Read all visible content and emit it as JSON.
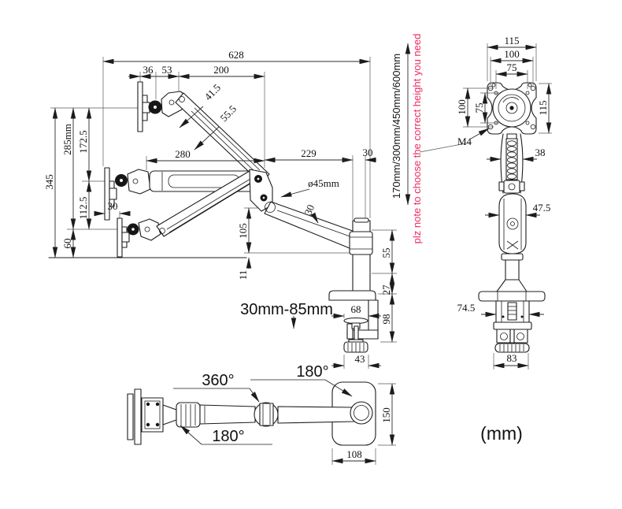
{
  "colors": {
    "ink": "#1c1c1c",
    "accent": "#ee2a62"
  },
  "unit": "(mm)",
  "notes": {
    "height_options": "170mm/300mm/450mm/600mm",
    "height_note": "plz note to choose the correct height you need"
  },
  "side": {
    "total_width": "628",
    "seg36": "36",
    "seg53": "53",
    "seg200": "200",
    "angle1": "41.5",
    "angle2": "55.5",
    "h345": "345",
    "h285": "285mm",
    "h172": "172.5",
    "h112": "112.5",
    "h60": "60",
    "offset30": "30",
    "reach280": "280",
    "reach229": "229",
    "pole30": "30",
    "dia45": "ø45mm",
    "arm30": "30",
    "h105": "105",
    "h11": "11",
    "v55": "55",
    "v27": "27",
    "v98": "98",
    "desk_thickness": "30mm-85mm",
    "pad68": "68",
    "knob43": "43"
  },
  "front": {
    "top115": "115",
    "top100": "100",
    "top75": "75",
    "left100": "100",
    "left75": "75",
    "right115": "115",
    "m4": "M4",
    "pole38": "38",
    "housing47": "47.5",
    "clamp74": "74.5",
    "knob83": "83"
  },
  "top": {
    "swivel360": "360°",
    "rotate180_base": "180°",
    "rotate180_head": "180°",
    "base108": "108",
    "base150": "150"
  }
}
